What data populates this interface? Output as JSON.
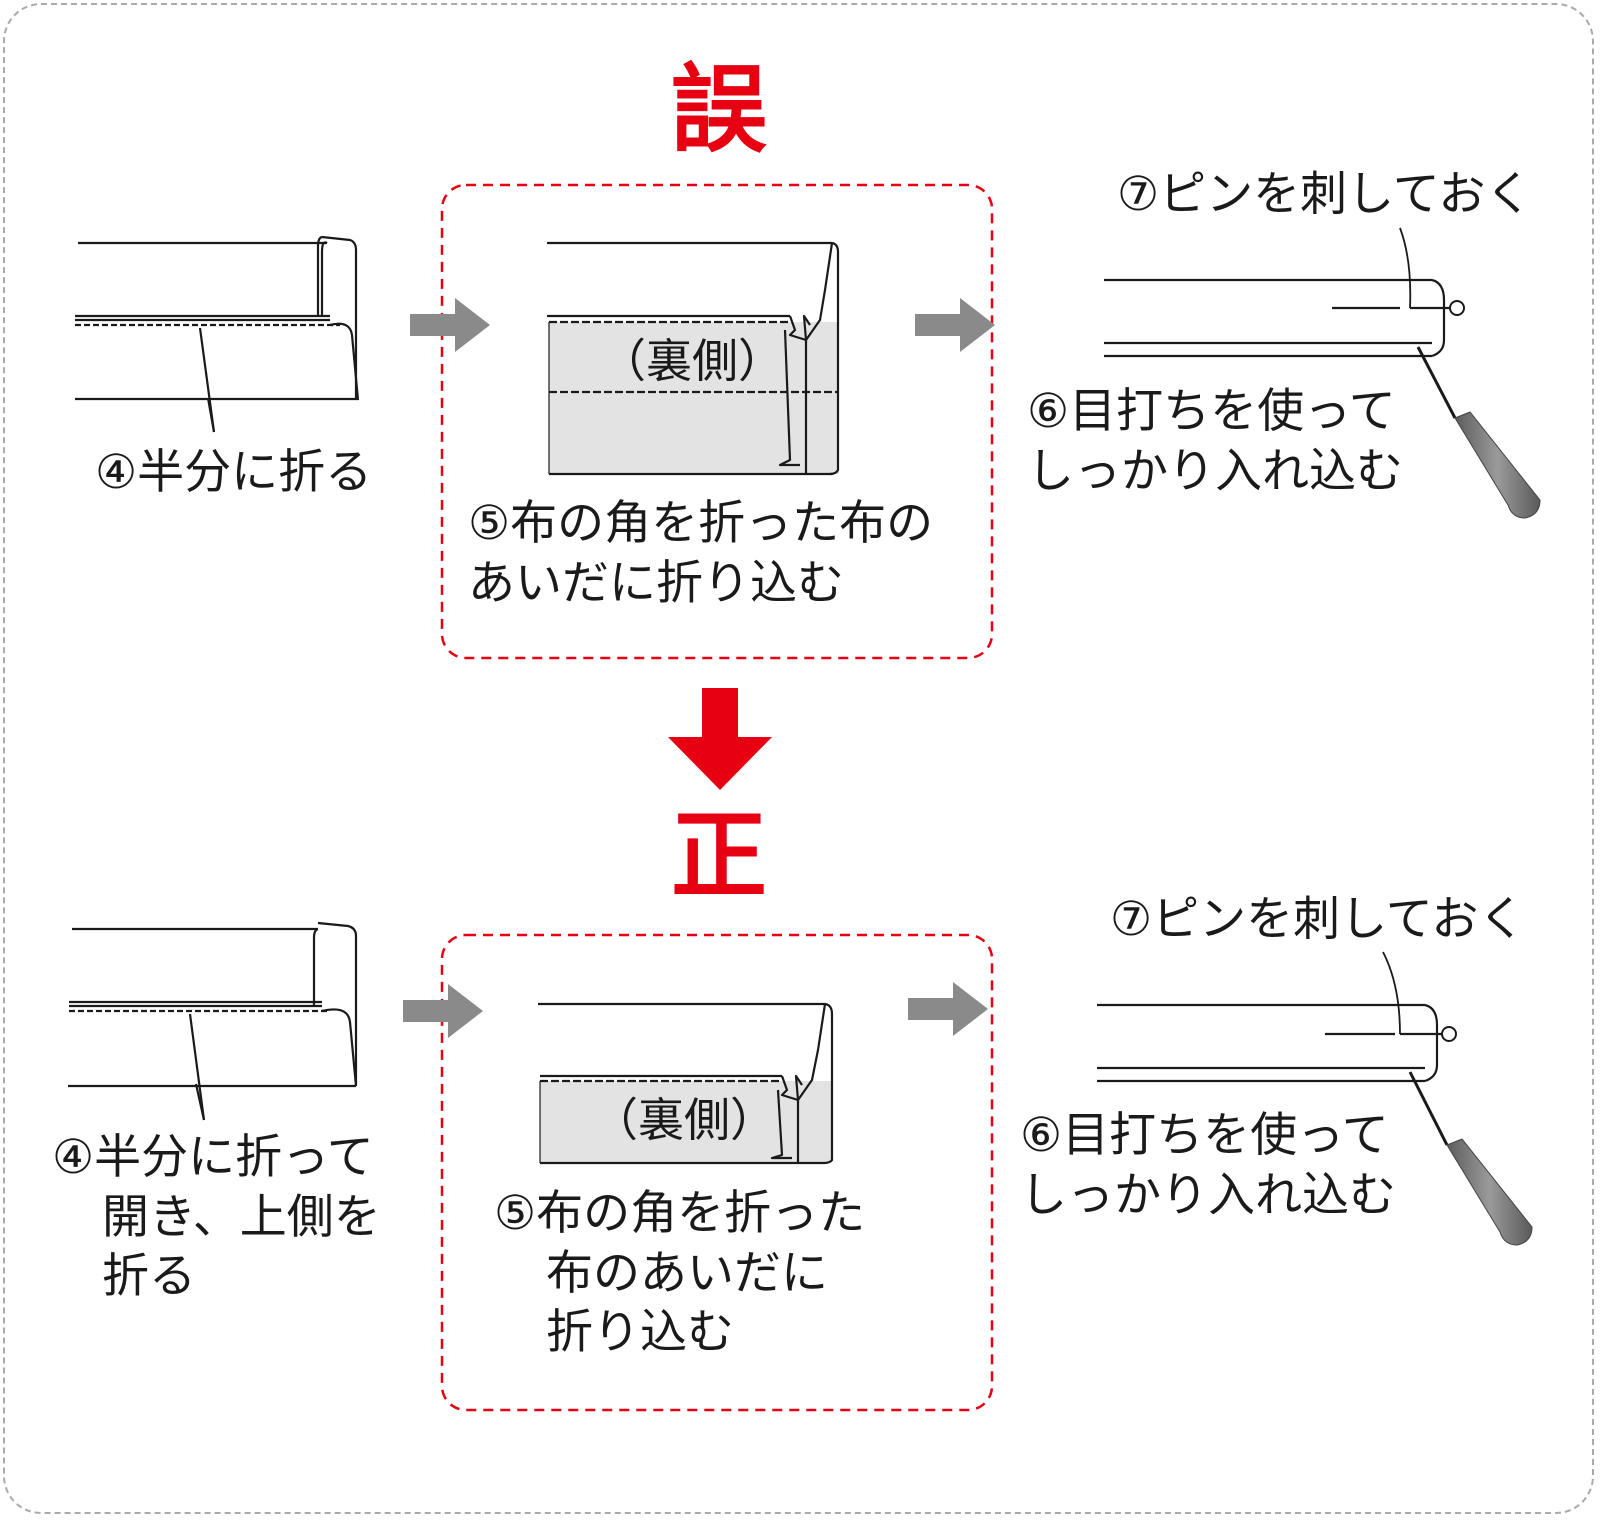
{
  "colors": {
    "accent_red": "#e60012",
    "arrow_gray": "#8a8a8a",
    "line": "#1a1a1a",
    "shade": "#e3e3e3",
    "frame": "#aaaaaa"
  },
  "wrong": {
    "heading": "誤",
    "step4": "④半分に折る",
    "step5_line1": "⑤布の角を折った布の",
    "step5_line2": "あいだに折り込む",
    "back_side": "（裏側）",
    "step7": "⑦ピンを刺しておく",
    "step6_line1": "⑥目打ちを使って",
    "step6_line2": "しっかり入れ込む"
  },
  "correct": {
    "heading": "正",
    "step4_line1": "④半分に折って",
    "step4_line2": "開き、上側を",
    "step4_line3": "折る",
    "step5_line1": "⑤布の角を折った",
    "step5_line2": "布のあいだに",
    "step5_line3": "折り込む",
    "back_side": "（裏側）",
    "step7": "⑦ピンを刺しておく",
    "step6_line1": "⑥目打ちを使って",
    "step6_line2": "しっかり入れ込む"
  },
  "icons": {
    "step_arrow": "right-arrow-icon",
    "transition_arrow": "down-arrow-icon",
    "awl": "awl-icon",
    "pin": "pin-icon"
  }
}
